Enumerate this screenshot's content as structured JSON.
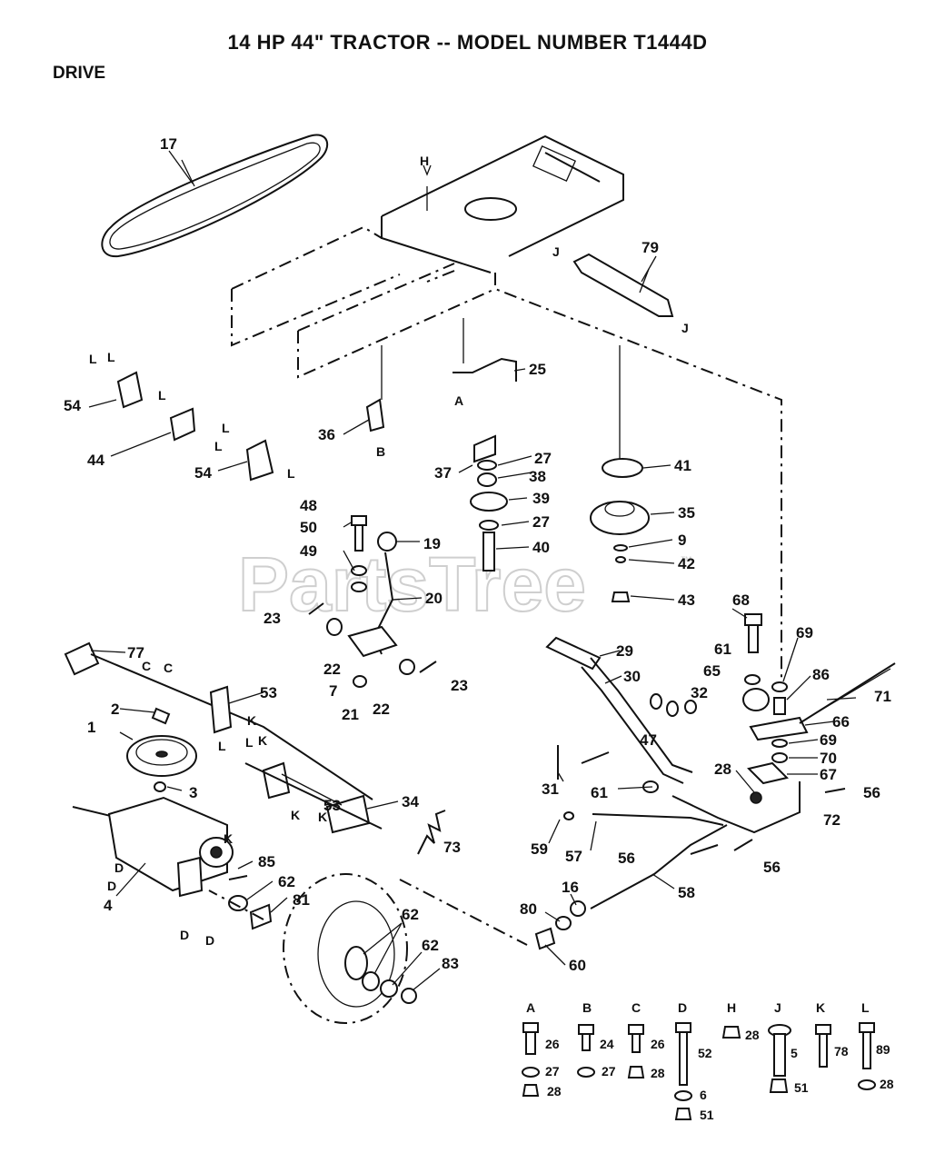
{
  "header": {
    "title": "14 HP 44\" TRACTOR -- MODEL NUMBER T1444D",
    "section": "DRIVE"
  },
  "watermark": {
    "text": "PartsTree",
    "trademark": "™"
  },
  "callouts": {
    "c1": "1",
    "c2": "2",
    "c3": "3",
    "c4": "4",
    "c7": "7",
    "c9": "9",
    "c16": "16",
    "c17": "17",
    "c19": "19",
    "c20": "20",
    "c21": "21",
    "c22a": "22",
    "c22b": "22",
    "c23a": "23",
    "c23b": "23",
    "c25": "25",
    "c27a": "27",
    "c27b": "27",
    "c28": "28",
    "c29": "29",
    "c30": "30",
    "c31": "31",
    "c32": "32",
    "c34": "34",
    "c35": "35",
    "c36": "36",
    "c37": "37",
    "c38": "38",
    "c39": "39",
    "c40": "40",
    "c41": "41",
    "c42": "42",
    "c43": "43",
    "c44": "44",
    "c47": "47",
    "c48": "48",
    "c49": "49",
    "c50": "50",
    "c53a": "53",
    "c53b": "53",
    "c54a": "54",
    "c54b": "54",
    "c56a": "56",
    "c56b": "56",
    "c56c": "56",
    "c57": "57",
    "c58": "58",
    "c59": "59",
    "c60": "60",
    "c61a": "61",
    "c61b": "61",
    "c62a": "62",
    "c62b": "62",
    "c62c": "62",
    "c65": "65",
    "c66": "66",
    "c67": "67",
    "c68": "68",
    "c69a": "69",
    "c69b": "69",
    "c70": "70",
    "c71": "71",
    "c72": "72",
    "c73": "73",
    "c77": "77",
    "c79": "79",
    "c80": "80",
    "c81": "81",
    "c83": "83",
    "c85": "85",
    "c86": "86"
  },
  "refs": {
    "H": "H",
    "A": "A",
    "B": "B",
    "J1": "J",
    "J2": "J",
    "L1": "L",
    "L2": "L",
    "L3": "L",
    "L4": "L",
    "L5": "L",
    "L6": "L",
    "L7": "L",
    "L8": "L",
    "C1": "C",
    "C2": "C",
    "K1": "K",
    "K2": "K",
    "K3": "K",
    "K4": "K",
    "K5": "K",
    "D1": "D",
    "D2": "D",
    "D3": "D",
    "D4": "D"
  },
  "hardware_key": [
    {
      "letter": "A",
      "top": "26",
      "mid": "27",
      "bottom": "28"
    },
    {
      "letter": "B",
      "top": "24",
      "mid": "27",
      "bottom": ""
    },
    {
      "letter": "C",
      "top": "26",
      "mid": "28",
      "bottom": ""
    },
    {
      "letter": "D",
      "top": "52",
      "mid": "6",
      "bottom": "51"
    },
    {
      "letter": "H",
      "top": "28",
      "mid": "",
      "bottom": ""
    },
    {
      "letter": "J",
      "top": "5",
      "mid": "",
      "bottom": "51"
    },
    {
      "letter": "K",
      "top": "78",
      "mid": "",
      "bottom": ""
    },
    {
      "letter": "L",
      "top": "89",
      "mid": "",
      "bottom": "28"
    }
  ]
}
